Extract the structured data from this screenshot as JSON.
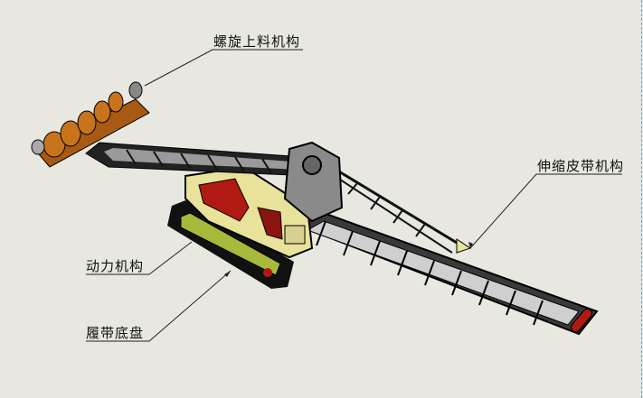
{
  "labels": {
    "auger": "螺旋上料机构",
    "conveyor": "伸缩皮带机构",
    "power": "动力机构",
    "chassis": "履带底盘"
  },
  "colors": {
    "background": "#e8e7e0",
    "frame": "#111111",
    "auger": "#c8741c",
    "body": "#e8e29a",
    "accent_red": "#b01a12",
    "track_green": "#a8b83a"
  }
}
